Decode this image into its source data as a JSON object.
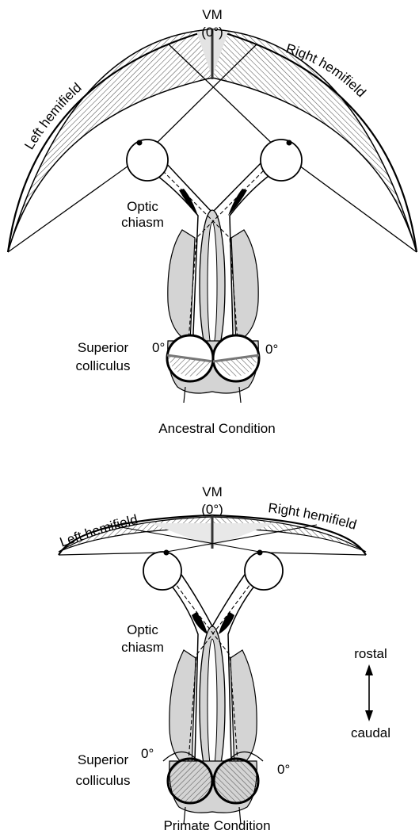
{
  "panels": {
    "ancestral": {
      "vm_label": "VM",
      "vm_angle": "(0°)",
      "left_hemifield": "Left hemifield",
      "right_hemifield": "Right hemifield",
      "optic_label_1": "Optic",
      "optic_label_2": "chiasm",
      "sc_label_1": "Superior",
      "sc_label_2": "colliculus",
      "zero_left": "0°",
      "zero_right": "0°",
      "caption": "Ancestral Condition"
    },
    "primate": {
      "vm_label": "VM",
      "vm_angle": "(0°)",
      "left_hemifield": "Left hemifield",
      "right_hemifield": "Right hemifield",
      "optic_label_1": "Optic",
      "optic_label_2": "chiasm",
      "sc_label_1": "Superior",
      "sc_label_2": "colliculus",
      "zero_left": "0°",
      "zero_right": "0°",
      "caption": "Primate Condition"
    }
  },
  "orientation": {
    "rostral": "rostal",
    "caudal": "caudal"
  },
  "colors": {
    "line": "#000000",
    "gray_fill": "#d4d4d4",
    "eye_fill": "#ffffff",
    "hatch": "#555555"
  }
}
